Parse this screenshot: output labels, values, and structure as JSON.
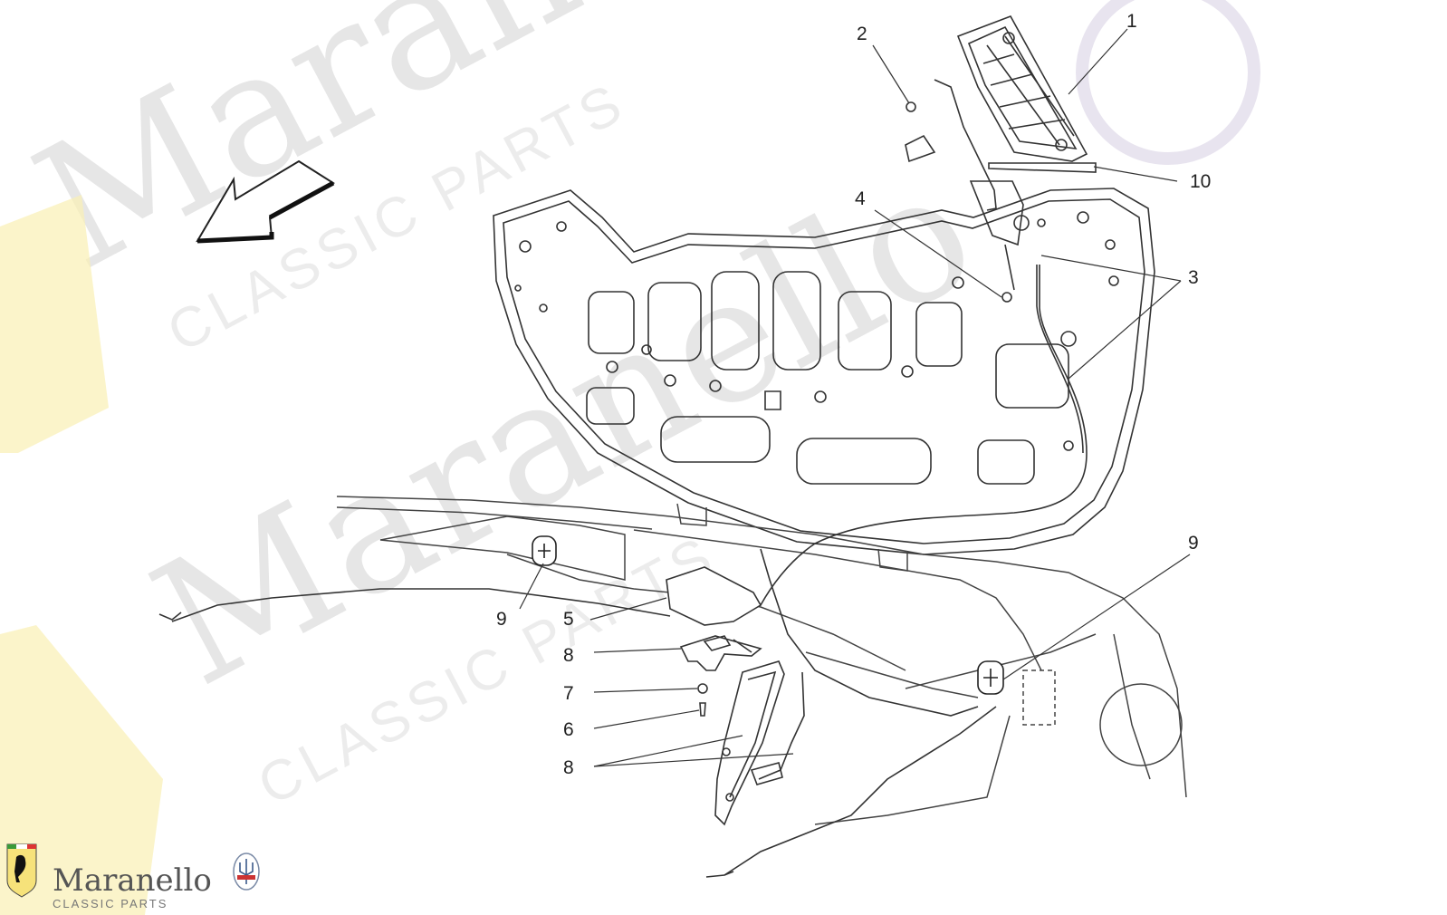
{
  "watermark": {
    "word": "Maranello",
    "tagline": "CLASSIC PARTS"
  },
  "branding": {
    "name": "Maranello",
    "tagline": "CLASSIC PARTS",
    "logo_left": "ferrari-shield-icon",
    "logo_right": "maserati-trident-icon"
  },
  "callouts": [
    {
      "id": "c1",
      "label": "1"
    },
    {
      "id": "c2",
      "label": "2"
    },
    {
      "id": "c3",
      "label": "3"
    },
    {
      "id": "c4",
      "label": "4"
    },
    {
      "id": "c5",
      "label": "5"
    },
    {
      "id": "c6",
      "label": "6"
    },
    {
      "id": "c7",
      "label": "7"
    },
    {
      "id": "c8a",
      "label": "8"
    },
    {
      "id": "c8b",
      "label": "8"
    },
    {
      "id": "c9a",
      "label": "9"
    },
    {
      "id": "c9b",
      "label": "9"
    },
    {
      "id": "c10",
      "label": "10"
    }
  ],
  "colors": {
    "line": "#333333",
    "watermark": "#e6e6e6",
    "ferrari_yellow": "#f6e27a"
  }
}
